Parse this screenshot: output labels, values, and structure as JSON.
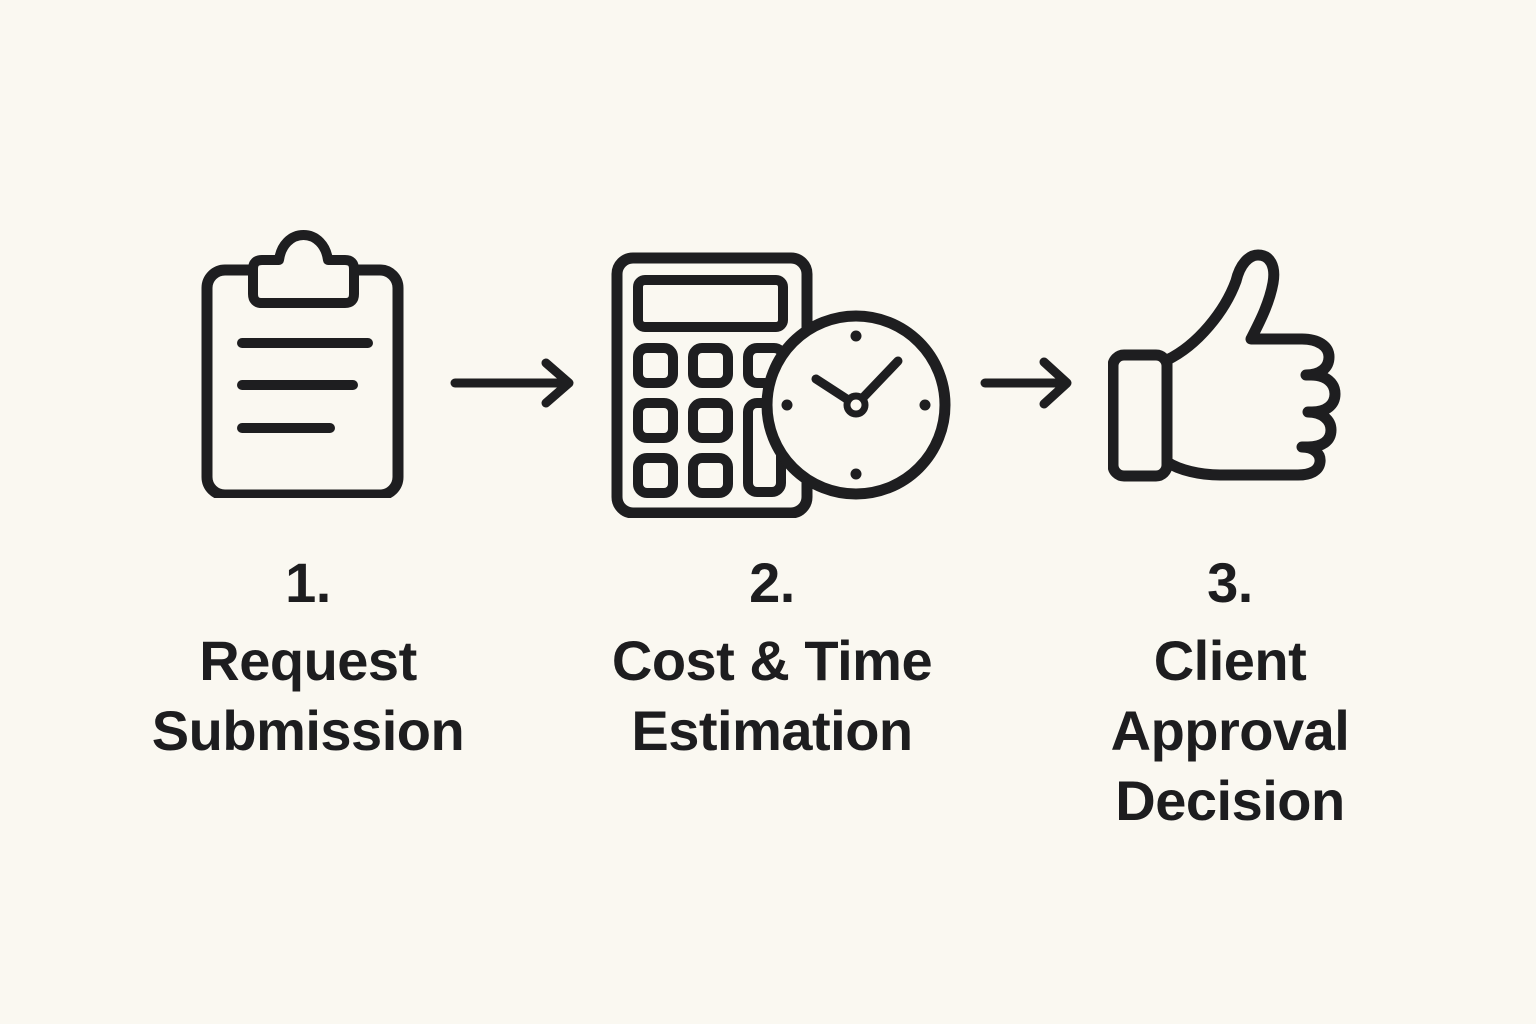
{
  "colors": {
    "background": "#faf8f1",
    "ink": "#1e1e20",
    "text": "#1d1d1f"
  },
  "process_flow": {
    "steps": [
      {
        "number": "1.",
        "label": "Request Submission",
        "label_lines": [
          "Request",
          "Submission"
        ],
        "icon": "clipboard-icon"
      },
      {
        "number": "2.",
        "label": "Cost & Time Estimation",
        "label_lines": [
          "Cost & Time",
          "Estimation"
        ],
        "icon": "calculator-clock-icon"
      },
      {
        "number": "3.",
        "label": "Client Approval Decision",
        "label_lines": [
          "Client",
          "Approval",
          "Decision"
        ],
        "icon": "thumbs-up-icon"
      }
    ],
    "connectors": [
      {
        "icon": "arrow-right-icon"
      },
      {
        "icon": "arrow-right-icon"
      }
    ]
  }
}
